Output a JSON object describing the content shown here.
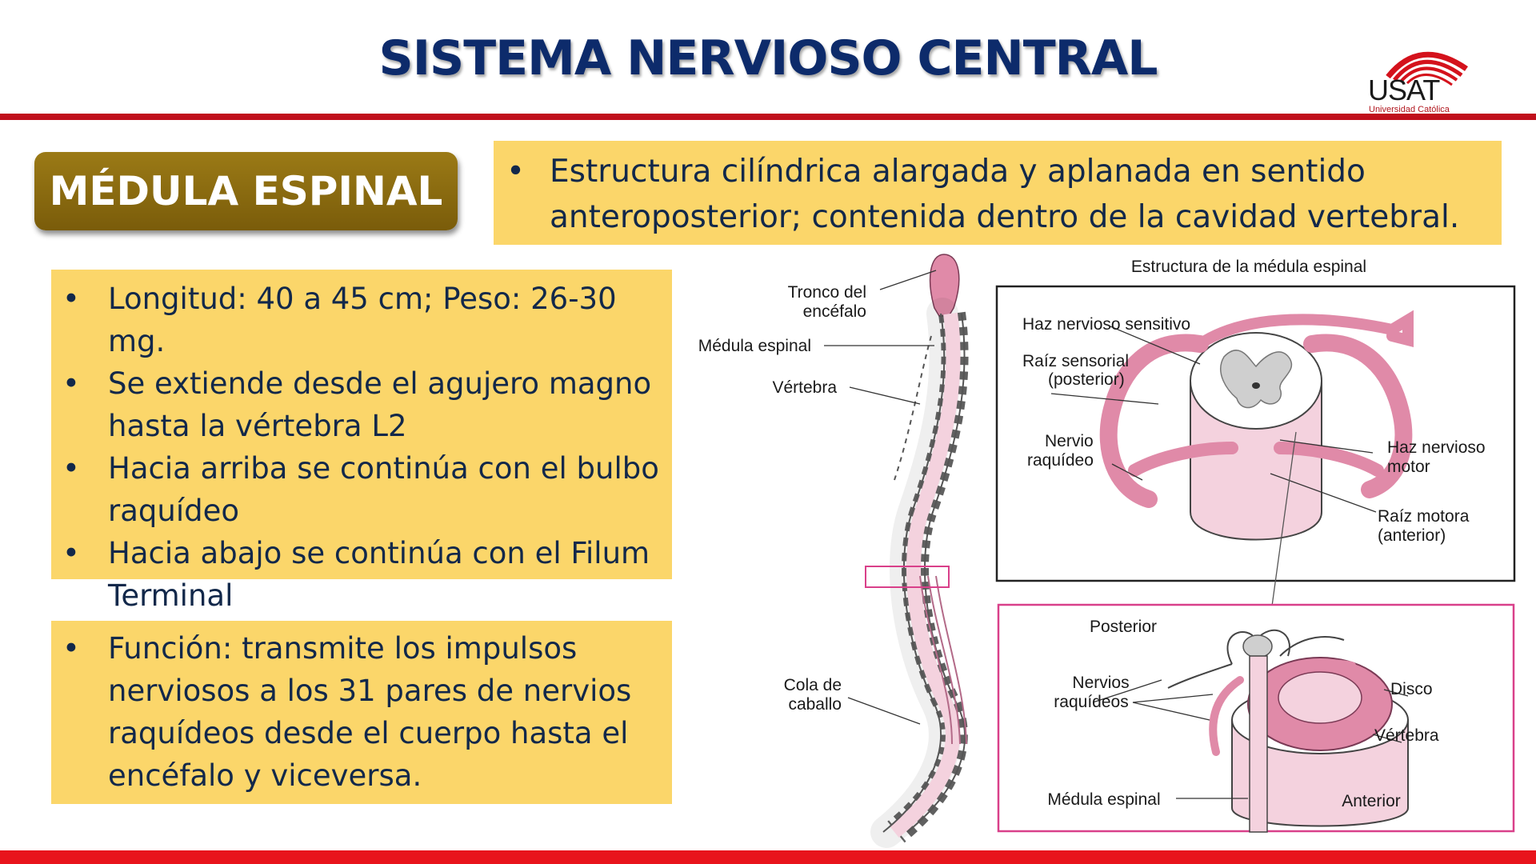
{
  "header": {
    "title": "SISTEMA NERVIOSO CENTRAL",
    "logo_text": "USAT",
    "logo_sub": "Universidad Católica"
  },
  "badge": {
    "label": "MÉDULA ESPINAL"
  },
  "definition": {
    "bullet": "•",
    "text_line1": "Estructura cilíndrica alargada y aplanada en sentido",
    "text_line2": "anteroposterior; contenida dentro de la cavidad vertebral."
  },
  "properties": {
    "items": [
      {
        "bullet": "•",
        "lines": [
          "Longitud: 40 a 45 cm; Peso: 26-30 mg."
        ]
      },
      {
        "bullet": "•",
        "lines": [
          "Se extiende desde el agujero magno",
          "hasta la vértebra L2"
        ]
      },
      {
        "bullet": "•",
        "lines": [
          "Hacia arriba se continúa con el bulbo",
          "raquídeo"
        ]
      },
      {
        "bullet": "•",
        "lines": [
          "Hacia abajo se continúa con el Filum",
          "Terminal"
        ]
      }
    ]
  },
  "function": {
    "bullet": "•",
    "lines": [
      "Función: transmite los impulsos",
      "nerviosos a los 31 pares de nervios",
      "raquídeos desde el cuerpo hasta el",
      "encéfalo y viceversa."
    ]
  },
  "illustration": {
    "spine_labels": {
      "tronco_1": "Tronco del",
      "tronco_2": "encéfalo",
      "medula": "Médula espinal",
      "vertebra": "Vértebra",
      "cola_1": "Cola de",
      "cola_2": "caballo"
    },
    "structure": {
      "title": "Estructura de la médula espinal",
      "haz_sensitivo": "Haz nervioso sensitivo",
      "raiz_sensorial_1": "Raíz sensorial",
      "raiz_sensorial_2": "(posterior)",
      "nervio_1": "Nervio",
      "nervio_2": "raquídeo",
      "haz_motor_1": "Haz nervioso",
      "haz_motor_2": "motor",
      "raiz_motora_1": "Raíz motora",
      "raiz_motora_2": "(anterior)"
    },
    "vertebra_detail": {
      "posterior": "Posterior",
      "nervios_1": "Nervios",
      "nervios_2": "raquídeos",
      "disco": "Disco",
      "vertebra": "Vértebra",
      "medula": "Médula espinal",
      "anterior": "Anterior"
    },
    "colors": {
      "pink": "#e08aa8",
      "pink_light": "#f4d2de",
      "gray_matter": "#cfcfcf",
      "frame": "#222222",
      "frame_pink": "#d9408a"
    }
  }
}
